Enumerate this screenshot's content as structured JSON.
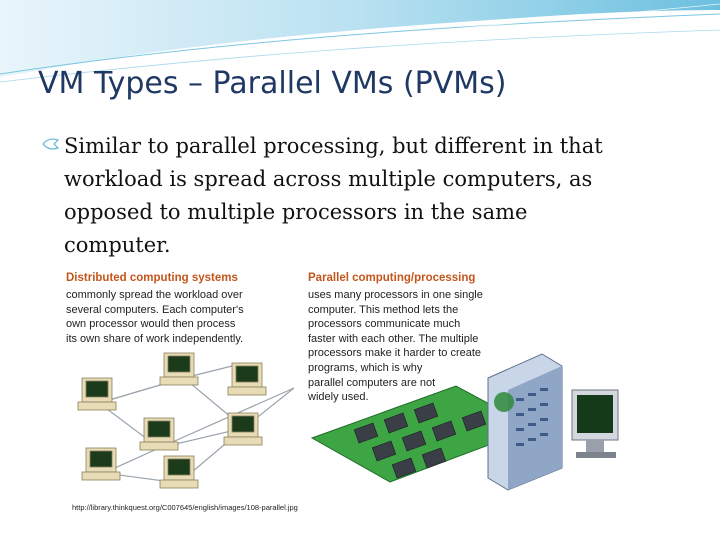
{
  "slide": {
    "title": "VM Types – Parallel VMs (PVMs)",
    "bullet": {
      "icon": "arrow-bullet-icon",
      "lines": [
        "Similar to parallel processing, but different in that",
        "workload is spread across multiple computers, as",
        "opposed to multiple processors in the same",
        "computer."
      ]
    },
    "figure": {
      "distributed": {
        "heading": "Distributed computing systems",
        "lines": [
          "commonly spread the workload over",
          "several computers. Each computer's",
          "own processor would then process",
          "its own share of work independently."
        ]
      },
      "parallel": {
        "heading": "Parallel computing/processing",
        "lines": [
          "uses many processors in one single",
          "computer. This method lets the",
          "processors communicate much",
          "faster with each other. The multiple",
          "processors make it harder to create",
          "programs, which is why",
          "parallel computers are not",
          "widely used."
        ]
      },
      "caption": "http://library.thinkquest.org/C007645/english/images/108-parallel.jpg"
    },
    "colors": {
      "title": "#1f3864",
      "heading": "#c4561c",
      "swoosh": "#5fb6d8"
    }
  }
}
